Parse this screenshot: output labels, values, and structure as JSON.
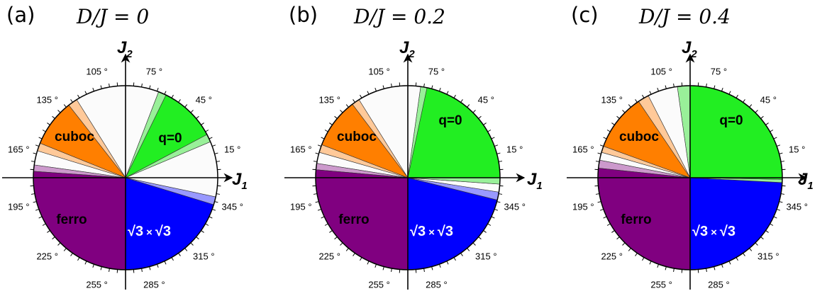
{
  "colors": {
    "cuboc": "#ff7f00",
    "cuboc_light": "#ffc999",
    "q0": "#22ee22",
    "q0_light": "#99f099",
    "sqrt3": "#0000ff",
    "sqrt3_light": "#9999ff",
    "ferro": "#800080",
    "ferro_light": "#cc99cc",
    "other": "#fbfbfb"
  },
  "labels": {
    "axis_x": "J",
    "axis_x_sub": "1",
    "axis_y": "J",
    "axis_y_sub": "2",
    "cuboc": "cuboc",
    "q0": "q=0",
    "ferro": "ferro",
    "sqrt3_left": "√3",
    "sqrt3_times": "×",
    "sqrt3_right": "√3"
  },
  "degree_labels": [
    "15 °",
    "45 °",
    "75 °",
    "105 °",
    "135 °",
    "165 °",
    "195 °",
    "225 °",
    "255 °",
    "285 °",
    "315 °",
    "345 °"
  ],
  "panels": [
    {
      "letter": "(a)",
      "title": "D/J = 0",
      "sectors": [
        {
          "region": "sqrt3",
          "from": 270,
          "to": 343
        },
        {
          "region": "sqrt3_light",
          "from": 343,
          "to": 348
        },
        {
          "region": "other",
          "from": 348,
          "to": 23
        },
        {
          "region": "q0_light",
          "from": 23,
          "to": 28
        },
        {
          "region": "q0",
          "from": 28,
          "to": 64
        },
        {
          "region": "q0_light",
          "from": 64,
          "to": 69
        },
        {
          "region": "other",
          "from": 69,
          "to": 90
        },
        {
          "region": "other",
          "from": 90,
          "to": 122
        },
        {
          "region": "cuboc_light",
          "from": 122,
          "to": 128
        },
        {
          "region": "cuboc",
          "from": 128,
          "to": 158
        },
        {
          "region": "cuboc_light",
          "from": 158,
          "to": 163
        },
        {
          "region": "other",
          "from": 163,
          "to": 172
        },
        {
          "region": "ferro_light",
          "from": 172,
          "to": 176
        },
        {
          "region": "ferro",
          "from": 176,
          "to": 270
        }
      ]
    },
    {
      "letter": "(b)",
      "title": "D/J = 0.2",
      "sectors": [
        {
          "region": "sqrt3",
          "from": 270,
          "to": 346
        },
        {
          "region": "sqrt3_light",
          "from": 346,
          "to": 351
        },
        {
          "region": "other",
          "from": 351,
          "to": 356
        },
        {
          "region": "q0_light",
          "from": 356,
          "to": 0
        },
        {
          "region": "q0",
          "from": 0,
          "to": 78
        },
        {
          "region": "q0_light",
          "from": 78,
          "to": 82
        },
        {
          "region": "other",
          "from": 82,
          "to": 90
        },
        {
          "region": "other",
          "from": 90,
          "to": 122
        },
        {
          "region": "cuboc_light",
          "from": 122,
          "to": 127
        },
        {
          "region": "cuboc",
          "from": 127,
          "to": 159
        },
        {
          "region": "cuboc_light",
          "from": 159,
          "to": 164
        },
        {
          "region": "other",
          "from": 164,
          "to": 171
        },
        {
          "region": "ferro_light",
          "from": 171,
          "to": 175
        },
        {
          "region": "ferro",
          "from": 175,
          "to": 270
        }
      ]
    },
    {
      "letter": "(c)",
      "title": "D/J = 0.4",
      "sectors": [
        {
          "region": "sqrt3",
          "from": 270,
          "to": 357
        },
        {
          "region": "q0_light",
          "from": 357,
          "to": 359
        },
        {
          "region": "q0",
          "from": 359,
          "to": 90
        },
        {
          "region": "q0_light",
          "from": 90,
          "to": 98
        },
        {
          "region": "other",
          "from": 98,
          "to": 117
        },
        {
          "region": "cuboc_light",
          "from": 117,
          "to": 124
        },
        {
          "region": "cuboc",
          "from": 124,
          "to": 160
        },
        {
          "region": "cuboc_light",
          "from": 160,
          "to": 164
        },
        {
          "region": "other",
          "from": 164,
          "to": 169
        },
        {
          "region": "ferro_light",
          "from": 169,
          "to": 174
        },
        {
          "region": "ferro",
          "from": 174,
          "to": 270
        }
      ]
    }
  ]
}
